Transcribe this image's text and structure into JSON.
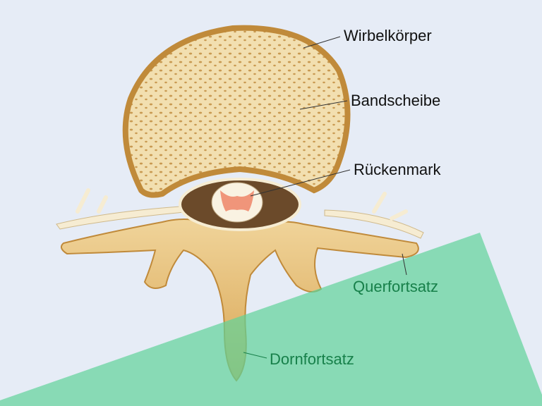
{
  "labels": {
    "vertebral_body": "Wirbelkörper",
    "disc": "Bandscheibe",
    "spinal_cord": "Rückenmark",
    "transverse_process": "Querfortsatz",
    "spinous_process": "Dornfortsatz"
  },
  "colors": {
    "background": "#e6ecf6",
    "bone": "#e8c27a",
    "bone_edge": "#c08a3a",
    "disc_fill": "#f3e3b8",
    "overlay_green": "#5fd39a",
    "label_green": "#17804a",
    "label_dark": "#111111"
  }
}
